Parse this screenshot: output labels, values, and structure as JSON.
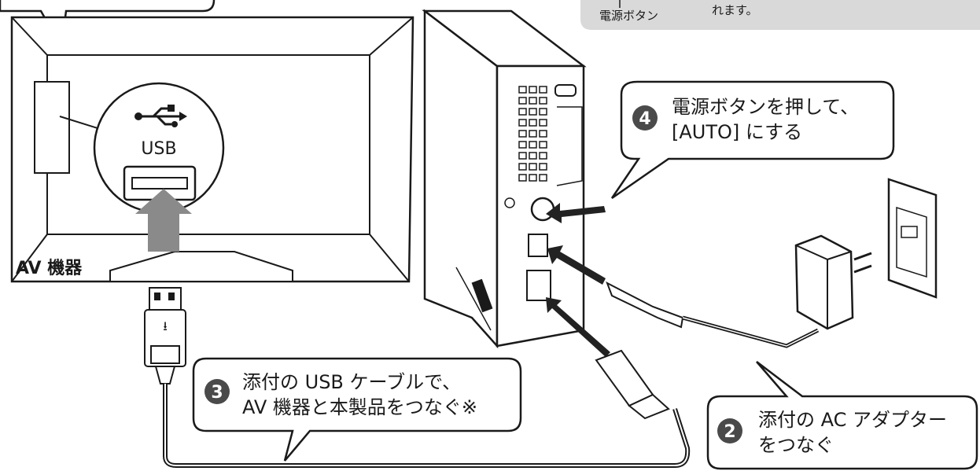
{
  "top_note": {
    "label": "電源ボタン",
    "text": "れます。"
  },
  "tv": {
    "port_label": "USB",
    "device_label": "AV 機器"
  },
  "steps": [
    {
      "number": "4",
      "lines": [
        "電源ボタンを押して、",
        "[AUTO] にする"
      ]
    },
    {
      "number": "3",
      "lines": [
        "添付の USB ケーブルで、",
        "AV 機器と本製品をつなぐ※"
      ]
    },
    {
      "number": "2",
      "lines": [
        "添付の AC アダプター",
        "をつなぐ"
      ]
    }
  ],
  "colors": {
    "line": "#1a1a1a",
    "arrow": "#222222",
    "gray_arrow": "#8a8a8a",
    "badge": "#4a4a4a",
    "note_bg": "#d9d9d9"
  },
  "icons": [
    "usb-icon"
  ]
}
